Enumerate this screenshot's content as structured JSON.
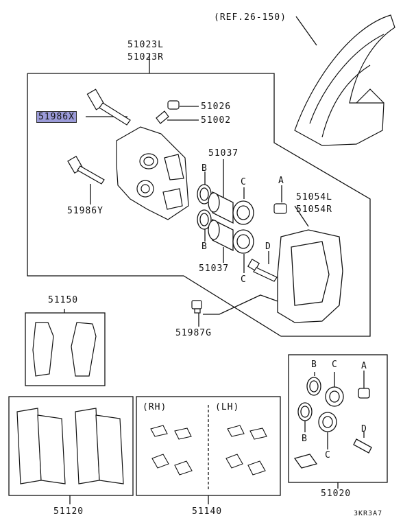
{
  "diagram": {
    "ref_label": "(REF.26-150)",
    "caliper_assembly": {
      "part_l": "51023L",
      "part_r": "51023R"
    },
    "highlighted_part": "51986X",
    "parts": {
      "bleeder_screw": "51026",
      "bleeder_cap": "51002",
      "piston_seal_top": "51037",
      "piston_seal_bottom": "51037",
      "guide_pin_y": "51986Y",
      "bracket_l": "51054L",
      "bracket_r": "51054R",
      "bolt_g": "51987G",
      "pad_shim": "51150",
      "pad_set": "51120",
      "clip_kit": "51140",
      "seal_kit": "51020"
    },
    "letters": {
      "a": "A",
      "b": "B",
      "c": "C",
      "d": "D"
    },
    "clip_kit_sides": {
      "rh": "(RH)",
      "lh": "(LH)"
    },
    "diagram_code": "3KR3A7"
  }
}
